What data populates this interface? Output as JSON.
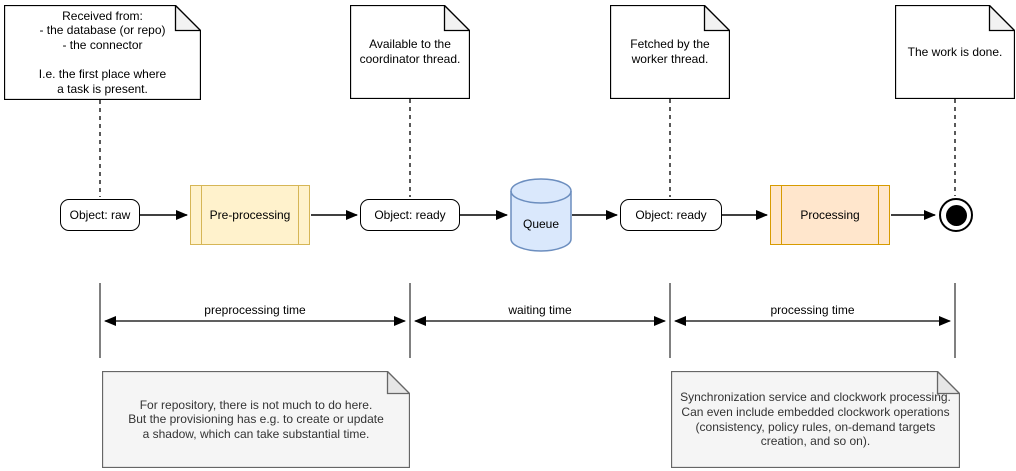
{
  "diagram": {
    "top_notes": [
      {
        "text": "Received from:\n- the database (or repo)\n- the connector\n\nI.e. the first place where\na task is present."
      },
      {
        "text": "Available to the\ncoordinator thread."
      },
      {
        "text": "Fetched by the\nworker thread."
      },
      {
        "text": "The work is done."
      }
    ],
    "flow": {
      "object_raw": "Object: raw",
      "preprocessing": "Pre-processing",
      "object_ready_1": "Object: ready",
      "queue": "Queue",
      "object_ready_2": "Object: ready",
      "processing": "Processing"
    },
    "timeline": [
      {
        "label": "preprocessing time"
      },
      {
        "label": "waiting time"
      },
      {
        "label": "processing time"
      }
    ],
    "bottom_notes": [
      {
        "text": "For repository, there is not much to do here.\nBut the provisioning has e.g. to create or update\na shadow, which can take substantial time."
      },
      {
        "text": "Synchronization service and clockwork processing.\nCan even include embedded clockwork operations\n(consistency, policy rules, on-demand targets\ncreation, and so on)."
      }
    ],
    "colors": {
      "yellow_fill": "#FFF2CC",
      "yellow_stroke": "#D6B656",
      "orange_fill": "#FFE6CC",
      "orange_stroke": "#D79B00",
      "blue_fill": "#DAE8FC",
      "blue_stroke": "#6C8EBF",
      "note_gray_fill": "#F5F5F5",
      "note_gray_stroke": "#666666"
    }
  }
}
